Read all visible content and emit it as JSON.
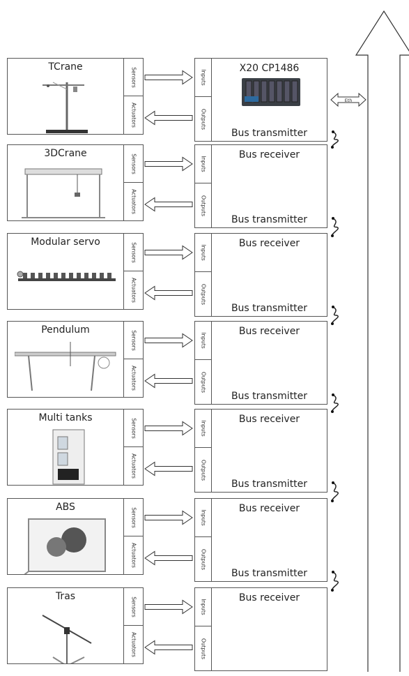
{
  "devices": [
    {
      "name": "TCrane",
      "sensors": "Sensors",
      "actuators": "Actuators"
    },
    {
      "name": "3DCrane",
      "sensors": "Sensors",
      "actuators": "Actuators"
    },
    {
      "name": "Modular servo",
      "sensors": "Sensors",
      "actuators": "Actuators"
    },
    {
      "name": "Pendulum",
      "sensors": "Sensors",
      "actuators": "Actuators"
    },
    {
      "name": "Multi tanks",
      "sensors": "Sensors",
      "actuators": "Actuators"
    },
    {
      "name": "ABS",
      "sensors": "Sensors",
      "actuators": "Actuators"
    },
    {
      "name": "Tras",
      "sensors": "Sensors",
      "actuators": "Actuators"
    }
  ],
  "modules": [
    {
      "title": "X20 CP1486",
      "inputs": "Inputs",
      "outputs": "Outputs",
      "bottom": "Bus transmitter"
    },
    {
      "title": "Bus receiver",
      "inputs": "Inputs",
      "outputs": "Outputs",
      "bottom": "Bus transmitter"
    },
    {
      "title": "Bus receiver",
      "inputs": "Inputs",
      "outputs": "Outputs",
      "bottom": "Bus transmitter"
    },
    {
      "title": "Bus receiver",
      "inputs": "Inputs",
      "outputs": "Outputs",
      "bottom": "Bus transmitter"
    },
    {
      "title": "Bus receiver",
      "inputs": "Inputs",
      "outputs": "Outputs",
      "bottom": "Bus transmitter"
    },
    {
      "title": "Bus receiver",
      "inputs": "Inputs",
      "outputs": "Outputs",
      "bottom": "Bus transmitter"
    },
    {
      "title": "Bus receiver",
      "inputs": "Inputs",
      "outputs": "Outputs",
      "bottom": ""
    }
  ],
  "ethernet_label": "Eth"
}
